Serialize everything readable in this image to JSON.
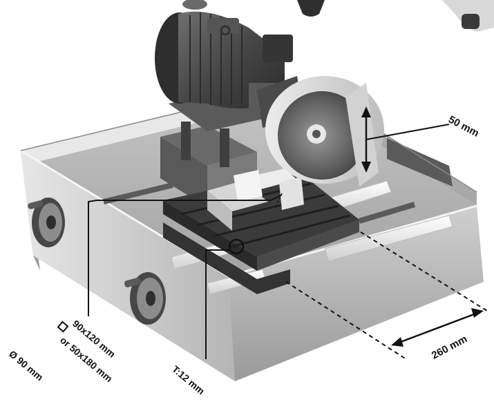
{
  "annotations": {
    "height": "50 mm",
    "travel": "260 mm",
    "capacity_square_1": "90x120 mm",
    "capacity_square_2": "or 50x180 mm",
    "capacity_round": "Ø 90 mm",
    "slot": "T:12 mm"
  },
  "colors": {
    "body_light": "#d9d9d9",
    "body_mid": "#b8b8b8",
    "body_dark": "#7a7a7a",
    "motor": "#4a4a4a",
    "table": "#3a3a3a",
    "guide": "#f2f2f2",
    "annotation": "#111111"
  }
}
